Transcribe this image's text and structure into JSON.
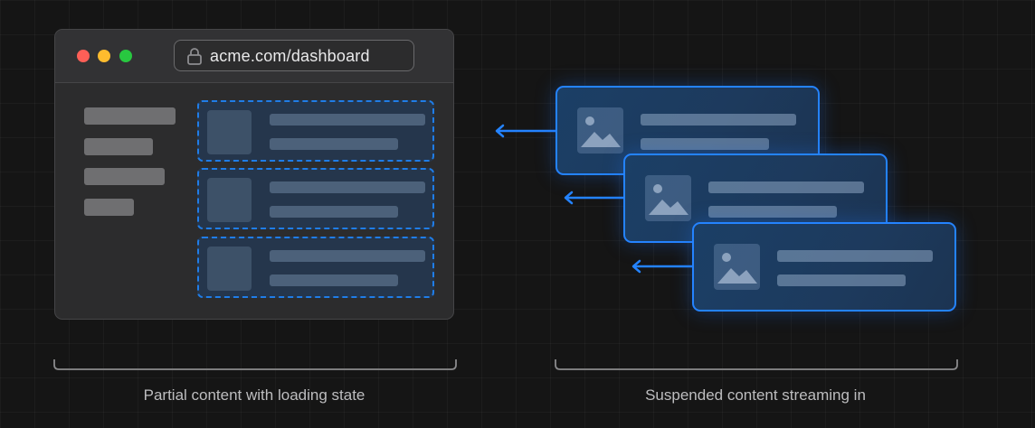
{
  "browser": {
    "url": "acme.com/dashboard",
    "traffic_lights": [
      "#fe5f57",
      "#febc2e",
      "#28c840"
    ],
    "sidebar_placeholders": 4,
    "loading_slots": 3
  },
  "streamed_cards": 3,
  "colors": {
    "accent": "#2483ff",
    "background": "#151515"
  },
  "captions": {
    "left": "Partial content with loading state",
    "right": "Suspended content streaming in"
  }
}
